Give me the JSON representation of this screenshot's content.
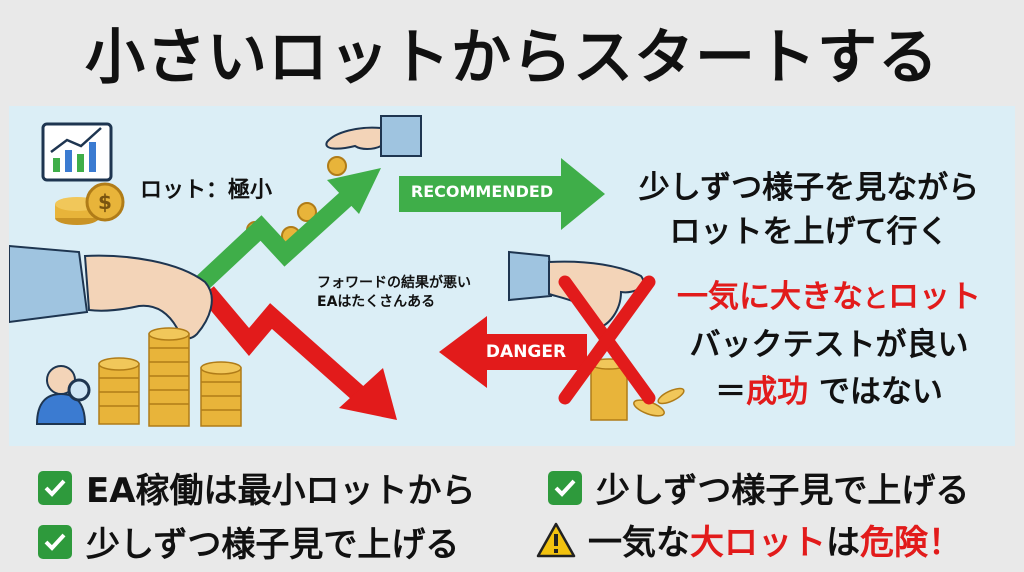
{
  "title": "小さいロットからスタートする",
  "illustration": {
    "lot_label": "ロット：極小",
    "recommended_label": "RECOMMENDED",
    "danger_label": "DANGER",
    "forward_note": "フォワードの結果が悪い\nEAはたくさんある",
    "recommended_desc": [
      "少しずつ様子を見ながら",
      "ロットを上げて行く"
    ],
    "warning_line1": {
      "part1": "一気に大きな",
      "part2": "と",
      "part3": "ロット"
    },
    "warning_line2": "バックテストが良い",
    "warning_line3": {
      "prefix": "＝",
      "highlight": "成功",
      "suffix": " ではない"
    },
    "colors": {
      "green": "#3fae49",
      "red": "#e21b1b",
      "panel": "#dbeef6",
      "coin": "#e8b43a"
    }
  },
  "footer": {
    "item1": "EA稼働は最小ロットから",
    "item2": "少しずつ様子見で上げる",
    "item3": "少しずつ様子見で上げる",
    "item4": {
      "part1": "一気な",
      "part2": "大ロット",
      "part3": "は",
      "part4": "危険",
      "part5": "！"
    },
    "icons": [
      "check-icon",
      "check-icon",
      "check-icon",
      "warning-icon"
    ]
  }
}
